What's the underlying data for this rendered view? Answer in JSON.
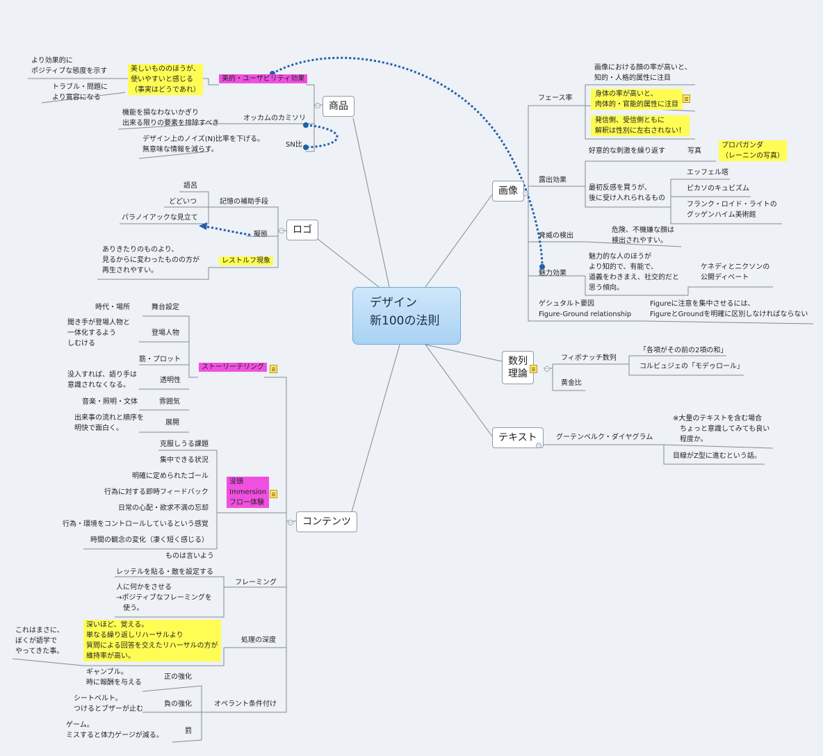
{
  "center": {
    "line1": "デザイン",
    "line2": "新100の法則"
  },
  "main": {
    "product": "商品",
    "logo": "ロゴ",
    "contents": "コンテンツ",
    "image": "画像",
    "math_line1": "数列",
    "math_line2": "理論",
    "text": "テキスト"
  },
  "product": {
    "aesthetic": "美的・ユーザビリティ効果",
    "aesthetic_desc": [
      "美しいもののほうが、",
      "使いやすいと感じる",
      "（事実はどうであれ）"
    ],
    "positive": [
      "より効果的に",
      "ポジティブな態度を示す"
    ],
    "trouble": [
      "トラブル・問題に",
      "より寛容になる"
    ],
    "occam": "オッカムのカミソリ",
    "occam_desc": [
      "機能を損なわないかぎり",
      "出来る限りの要素を排除すべき"
    ],
    "sn": "SN比",
    "sn_desc": [
      "デザイン上のノイズ(N)比率を下げる。",
      "無意味な情報を減らす。"
    ]
  },
  "logo": {
    "memory": "記憶の補助手段",
    "goro": "語呂",
    "doitsu": "どどいつ",
    "paranoid": "パラノイアックな見立て",
    "mimicry": "擬態",
    "restorff": "レストルフ現象",
    "restorff_desc": [
      "ありきたりのものより、",
      "見るからに変わったものの方が",
      "再生されやすい。"
    ]
  },
  "contents": {
    "storytelling": "ストーリーテリング",
    "stage": "舞台設定",
    "stage_desc": "時代・場所",
    "characters": "登場人物",
    "characters_desc": [
      "聞き手が登場人物と",
      "一体化するよう",
      "しむける"
    ],
    "plot": "筋・プロット",
    "transparency": "透明性",
    "transparency_desc": [
      "没入すれば、語り手は",
      "意識されなくなる。"
    ],
    "atmosphere": "雰囲気",
    "atmosphere_desc": "音楽・照明・文体",
    "development": "展開",
    "development_desc": [
      "出来事の流れと順序を",
      "明快で面白く。"
    ],
    "flow": [
      "没頭",
      "Immersion",
      "フロー体験"
    ],
    "flow_items": [
      "克服しうる課題",
      "集中できる状況",
      "明確に定められたゴール",
      "行為に対する即時フィードバック",
      "日常の心配・欲求不満の忘却",
      "行為・環境をコントロールしているという感覚",
      "時間の観念の変化（凄く短く感じる）"
    ],
    "framing": "フレーミング",
    "framing_items": [
      "ものは言いよう",
      "レッテルを貼る・敵を設定する"
    ],
    "framing_positive": [
      "人に何かをさせる",
      "→ポジティブなフレーミングを",
      "　使う。"
    ],
    "depth": "処理の深度",
    "depth_desc": [
      "深いほど、覚える。",
      "単なる繰り返しリハーサルより",
      "質問による回答を交えたリハーサルの方が",
      "維持率が高い。"
    ],
    "depth_comment": [
      "これはまさに、",
      "ぼくが語学で",
      "やってきた事。"
    ],
    "operant": "オペラント条件付け",
    "positive": "正の強化",
    "positive_desc": [
      "ギャンブル。",
      "時に報酬を与える"
    ],
    "negative": "負の強化",
    "negative_desc": [
      "シートベルト。",
      "つけるとブザーが止む"
    ],
    "punish": "罰",
    "punish_desc": [
      "ゲーム。",
      "ミスすると体力ゲージが減る。"
    ]
  },
  "image": {
    "face": "フェース率",
    "face1": [
      "画像における顔の率が高いと、",
      "知的・人格的属性に注目"
    ],
    "face2": [
      "身体の率が高いと、",
      "肉体的・官能的属性に注目"
    ],
    "face3": [
      "発信側、受信側ともに",
      "解釈は性別に左右されない！"
    ],
    "exposure": "露出効果",
    "good_stimulus": "好意的な刺激を繰り返す",
    "photo": "写真",
    "propaganda": [
      "プロパガンダ",
      "（レーニンの写真）"
    ],
    "first": [
      "最初反感を買うが、",
      "後に受け入れられるもの"
    ],
    "eiffel": "エッフェル塔",
    "picasso": "ピカソのキュビズム",
    "wright": [
      "フランク・ロイド・ライトの",
      "グッゲンハイム美術館"
    ],
    "threat": "脅威の検出",
    "threat_desc": [
      "危険、不機嫌な顔は",
      "検出されやすい。"
    ],
    "attract": "魅力効果",
    "attract_desc": [
      "魅力的な人のほうが",
      "より知的で、有能で、",
      "道義をわきまえ、社交的だと",
      "思う傾向。"
    ],
    "kennedy": [
      "ケネディとニクソンの",
      "公開ディベート"
    ],
    "gestalt": [
      "ゲシュタルト要因",
      "Figure-Ground relationship"
    ],
    "gestalt_desc": [
      "Figureに注意を集中させるには、",
      "FigureとGroundを明確に区別しなければならない"
    ]
  },
  "math": {
    "fib": "フィボナッチ数列",
    "fib_desc": "「各項がその前の2項の和」",
    "corbu": "コルビュジェの「モデゥロール」",
    "golden": "黄金比"
  },
  "text": {
    "gutenberg": "グーテンベルク・ダイヤグラム",
    "g1": [
      "※大量のテキストを含む場合",
      "　ちょっと意識してみても良い",
      "　程度か。"
    ],
    "g2": "目線がZ型に進むという話。"
  }
}
